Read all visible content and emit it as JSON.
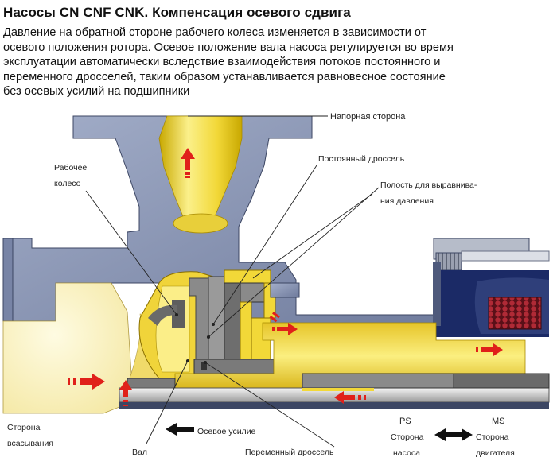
{
  "title": "Насосы CN CNF CNK. Компенсация осевого сдвига",
  "intro_lines": [
    "Давление на обратной стороне рабочего колеса изменяется в зависимости от",
    "осевого положения ротора. Осевое положение вала насоса регулируется во время",
    "эксплуатации автоматически вследствие взаимодействия потоков  постоянного и",
    "переменного дросселей, таким образом устанавливается равновесное состояние",
    "без осевых усилий на подшипники"
  ],
  "labels": {
    "discharge": "Напорная сторона",
    "impeller_line1": "Рабочее",
    "impeller_line2": "колесо",
    "constant_throttle": "Постоянный дроссель",
    "equalizing_line1": "Полость для выравнива-",
    "equalizing_line2": "ния давления",
    "suction_line1": "Сторона",
    "suction_line2": "всасывания",
    "shaft": "Вал",
    "axial_force": "Осевое усилие",
    "variable_throttle": "Переменный дроссель",
    "ps": "PS",
    "ps_line2": "Сторона",
    "ps_line3": "насоса",
    "ms": "MS",
    "ms_line2": "Сторона",
    "ms_line3": "двигателя"
  },
  "colors": {
    "casing": "#8894b4",
    "casing_dark": "#4f5a7c",
    "fluid": "#f2de4a",
    "fluid_light": "#fbf0a0",
    "fluid_pale": "#fdf6c8",
    "metal_gray": "#7d7d7d",
    "flow_arrow": "#e0201a",
    "shaft": "#d8d8d8",
    "coil": "#8e1f27",
    "navy": "#1b2a66"
  }
}
